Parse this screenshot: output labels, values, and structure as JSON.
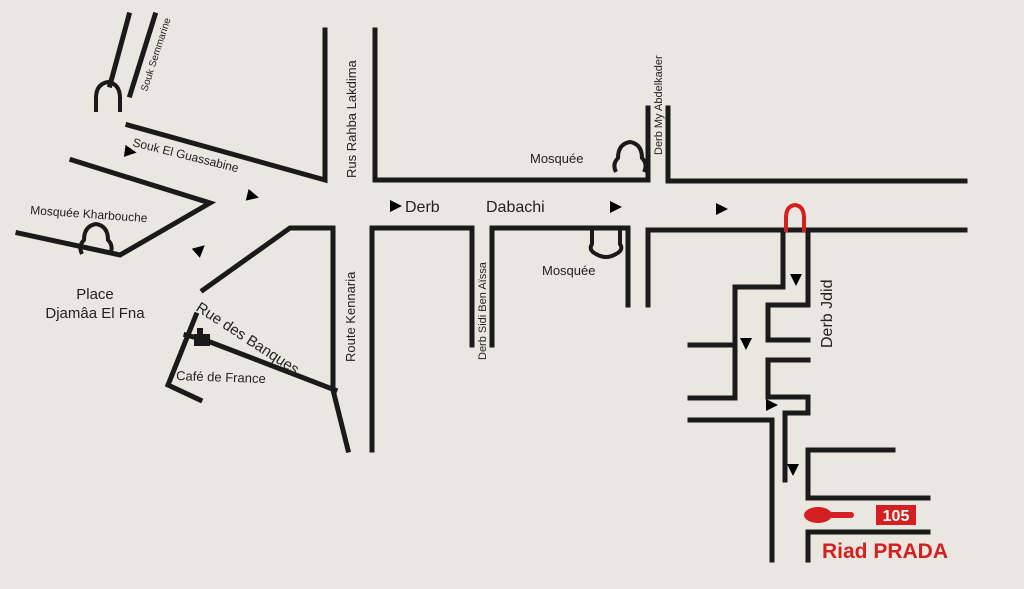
{
  "labels": {
    "souk_semmarine": "Souk Semmarine",
    "souk_el_guassabine": "Souk El Guassabine",
    "mosquee_kharbouche": "Mosquée Kharbouche",
    "place": "Place",
    "djamaa_el_fna": "Djamâa El Fna",
    "rue_des_banques": "Rue des Banques",
    "cafe_de_france": "Café de France",
    "rus_rahba_lakdima": "Rus Rahba Lakdima",
    "route_kennaria": "Route Kennaria",
    "derb": "Derb",
    "dabachi": "Dabachi",
    "derb_sidi_ben_aissa": "Derb Sidi Ben Aïssa",
    "mosquee_top": "Mosquée",
    "mosquee_bottom": "Mosquée",
    "derb_my_abdelkader": "Derb My Abdelkader",
    "derb_jdid": "Derb Jdid",
    "house_number": "105",
    "riad_name": "Riad PRADA"
  },
  "colors": {
    "background": "#e9e7e0",
    "street": "#1a1a1a",
    "route_arrow": "#d42020"
  },
  "icons": [
    "mosque-icon",
    "cafe-icon",
    "pointing-hand-icon",
    "route-arrow-icon"
  ]
}
